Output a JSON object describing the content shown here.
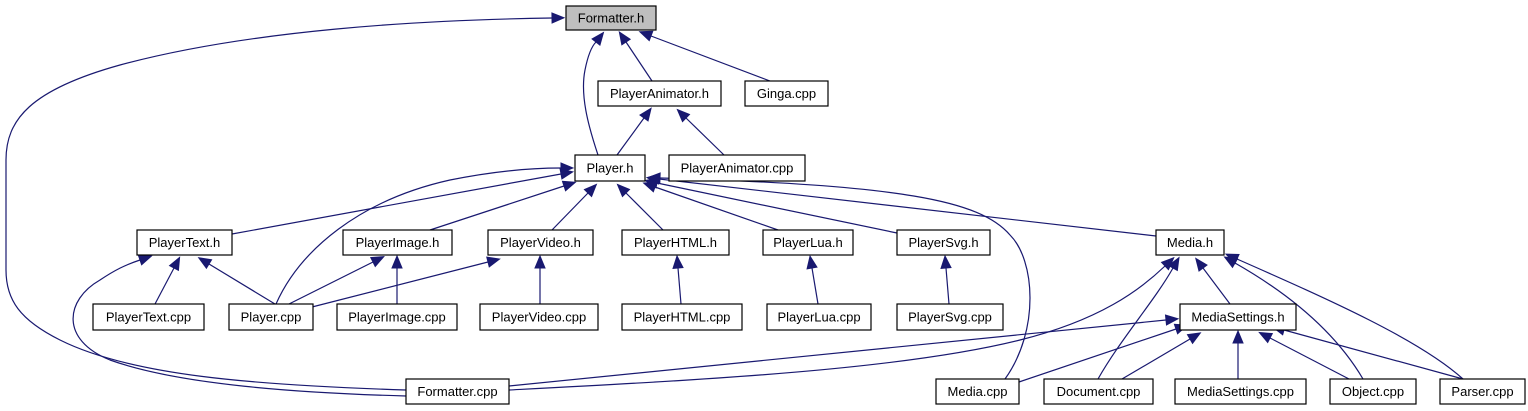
{
  "title": "Include dependency graph for Formatter.h",
  "edge_color": "#191970",
  "root_fill": "#bfbfbf",
  "nodes": [
    {
      "id": "formatter_h",
      "label": "Formatter.h",
      "root": true
    },
    {
      "id": "playeranimator_h",
      "label": "PlayerAnimator.h"
    },
    {
      "id": "ginga_cpp",
      "label": "Ginga.cpp"
    },
    {
      "id": "player_h",
      "label": "Player.h"
    },
    {
      "id": "playeranimator_cpp",
      "label": "PlayerAnimator.cpp"
    },
    {
      "id": "playertext_h",
      "label": "PlayerText.h"
    },
    {
      "id": "playerimage_h",
      "label": "PlayerImage.h"
    },
    {
      "id": "playervideo_h",
      "label": "PlayerVideo.h"
    },
    {
      "id": "playerhtml_h",
      "label": "PlayerHTML.h"
    },
    {
      "id": "playerlua_h",
      "label": "PlayerLua.h"
    },
    {
      "id": "playersvg_h",
      "label": "PlayerSvg.h"
    },
    {
      "id": "media_h",
      "label": "Media.h"
    },
    {
      "id": "playertext_cpp",
      "label": "PlayerText.cpp"
    },
    {
      "id": "player_cpp",
      "label": "Player.cpp"
    },
    {
      "id": "playerimage_cpp",
      "label": "PlayerImage.cpp"
    },
    {
      "id": "playervideo_cpp",
      "label": "PlayerVideo.cpp"
    },
    {
      "id": "playerhtml_cpp",
      "label": "PlayerHTML.cpp"
    },
    {
      "id": "playerlua_cpp",
      "label": "PlayerLua.cpp"
    },
    {
      "id": "playersvg_cpp",
      "label": "PlayerSvg.cpp"
    },
    {
      "id": "mediasettings_h",
      "label": "MediaSettings.h"
    },
    {
      "id": "formatter_cpp",
      "label": "Formatter.cpp"
    },
    {
      "id": "media_cpp",
      "label": "Media.cpp"
    },
    {
      "id": "document_cpp",
      "label": "Document.cpp"
    },
    {
      "id": "mediasettings_cpp",
      "label": "MediaSettings.cpp"
    },
    {
      "id": "object_cpp",
      "label": "Object.cpp"
    },
    {
      "id": "parser_cpp",
      "label": "Parser.cpp"
    }
  ],
  "edges": [
    {
      "from": "playeranimator_h",
      "to": "formatter_h"
    },
    {
      "from": "ginga_cpp",
      "to": "formatter_h"
    },
    {
      "from": "player_h",
      "to": "formatter_h"
    },
    {
      "from": "formatter_cpp",
      "to": "formatter_h"
    },
    {
      "from": "player_h",
      "to": "playeranimator_h"
    },
    {
      "from": "playeranimator_cpp",
      "to": "playeranimator_h"
    },
    {
      "from": "playertext_h",
      "to": "player_h"
    },
    {
      "from": "player_cpp",
      "to": "player_h"
    },
    {
      "from": "playerimage_h",
      "to": "player_h"
    },
    {
      "from": "playervideo_h",
      "to": "player_h"
    },
    {
      "from": "playerhtml_h",
      "to": "player_h"
    },
    {
      "from": "playerlua_h",
      "to": "player_h"
    },
    {
      "from": "playersvg_h",
      "to": "player_h"
    },
    {
      "from": "media_cpp",
      "to": "player_h"
    },
    {
      "from": "media_h",
      "to": "player_h"
    },
    {
      "from": "playertext_cpp",
      "to": "playertext_h"
    },
    {
      "from": "player_cpp",
      "to": "playertext_h"
    },
    {
      "from": "formatter_cpp",
      "to": "playertext_h"
    },
    {
      "from": "player_cpp",
      "to": "playerimage_h"
    },
    {
      "from": "playerimage_cpp",
      "to": "playerimage_h"
    },
    {
      "from": "player_cpp",
      "to": "playervideo_h"
    },
    {
      "from": "playervideo_cpp",
      "to": "playervideo_h"
    },
    {
      "from": "playerhtml_cpp",
      "to": "playerhtml_h"
    },
    {
      "from": "playerlua_cpp",
      "to": "playerlua_h"
    },
    {
      "from": "playersvg_cpp",
      "to": "playersvg_h"
    },
    {
      "from": "formatter_cpp",
      "to": "media_h"
    },
    {
      "from": "document_cpp",
      "to": "media_h"
    },
    {
      "from": "mediasettings_h",
      "to": "media_h"
    },
    {
      "from": "object_cpp",
      "to": "media_h"
    },
    {
      "from": "parser_cpp",
      "to": "media_h"
    },
    {
      "from": "formatter_cpp",
      "to": "mediasettings_h"
    },
    {
      "from": "media_cpp",
      "to": "mediasettings_h"
    },
    {
      "from": "document_cpp",
      "to": "mediasettings_h"
    },
    {
      "from": "mediasettings_cpp",
      "to": "mediasettings_h"
    },
    {
      "from": "object_cpp",
      "to": "mediasettings_h"
    },
    {
      "from": "parser_cpp",
      "to": "mediasettings_h"
    }
  ]
}
